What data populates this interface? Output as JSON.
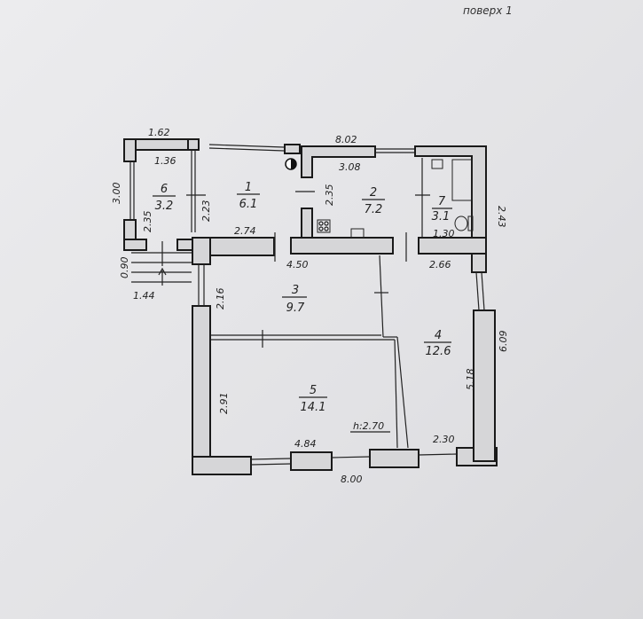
{
  "floor_label": "поверх 1",
  "rooms": [
    {
      "number": "1",
      "area": "6.1"
    },
    {
      "number": "2",
      "area": "7.2"
    },
    {
      "number": "3",
      "area": "9.7"
    },
    {
      "number": "4",
      "area": "12.6"
    },
    {
      "number": "5",
      "area": "14.1"
    },
    {
      "number": "6",
      "area": "3.2"
    },
    {
      "number": "7",
      "area": "3.1"
    }
  ],
  "dimensions": {
    "d_1_62": "1.62",
    "d_1_36": "1.36",
    "d_3_00": "3.00",
    "d_2_35a": "2.35",
    "d_0_90": "0.90",
    "d_1_44": "1.44",
    "d_2_23": "2.23",
    "d_2_74": "2.74",
    "d_8_02": "8.02",
    "d_3_08": "3.08",
    "d_2_35b": "2.35",
    "d_1_30": "1.30",
    "d_2_43": "2.43",
    "d_4_50": "4.50",
    "d_2_66": "2.66",
    "d_2_16": "2.16",
    "d_5_18": "5.18",
    "d_6_09": "6.09",
    "d_2_91": "2.91",
    "d_4_84": "4.84",
    "d_2_30": "2.30",
    "d_8_00": "8.00"
  },
  "ceiling_height": "h:2.70"
}
